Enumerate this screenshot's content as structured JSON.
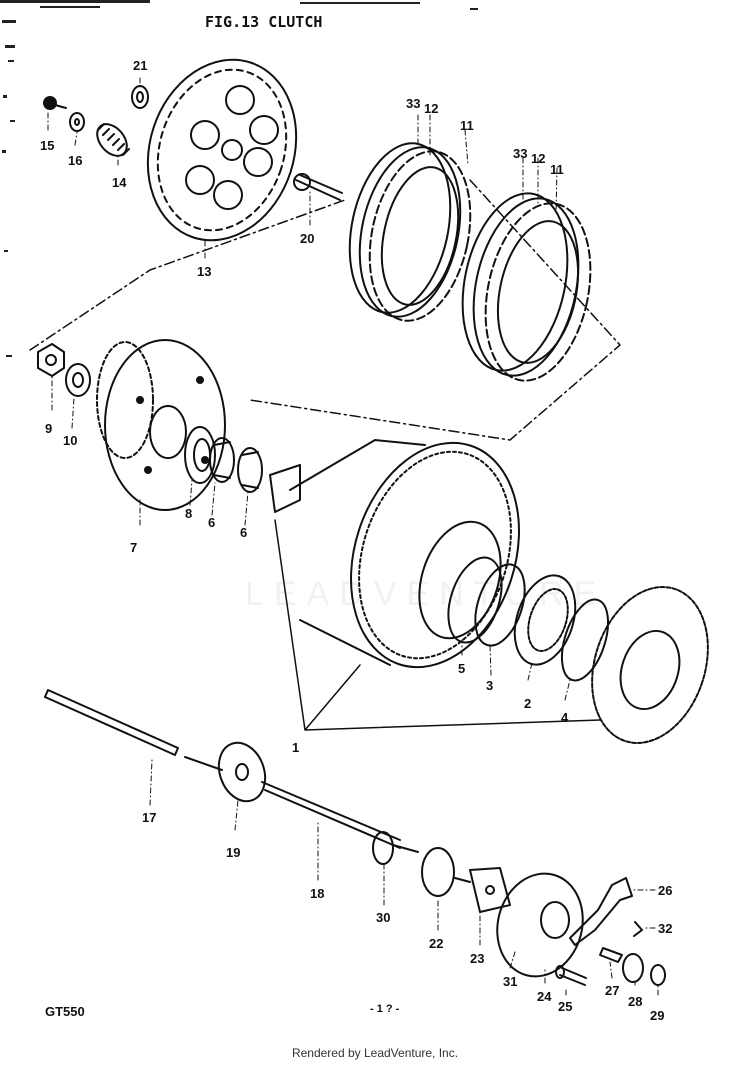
{
  "title": "FIG.13 CLUTCH",
  "model": "GT550",
  "page_number": "- 1 ? -",
  "footer": "Rendered by LeadVenture, Inc.",
  "watermark": "LEADVENTURE",
  "callouts": [
    {
      "id": "l1",
      "text": "1"
    },
    {
      "id": "l2",
      "text": "2"
    },
    {
      "id": "l3",
      "text": "3"
    },
    {
      "id": "l4",
      "text": "4"
    },
    {
      "id": "l5",
      "text": "5"
    },
    {
      "id": "l6a",
      "text": "6"
    },
    {
      "id": "l6b",
      "text": "6"
    },
    {
      "id": "l7",
      "text": "7"
    },
    {
      "id": "l8",
      "text": "8"
    },
    {
      "id": "l9",
      "text": "9"
    },
    {
      "id": "l10",
      "text": "10"
    },
    {
      "id": "l11a",
      "text": "11"
    },
    {
      "id": "l11b",
      "text": "11"
    },
    {
      "id": "l12a",
      "text": "12"
    },
    {
      "id": "l12b",
      "text": "12"
    },
    {
      "id": "l13",
      "text": "13"
    },
    {
      "id": "l14",
      "text": "14"
    },
    {
      "id": "l15",
      "text": "15"
    },
    {
      "id": "l16",
      "text": "16"
    },
    {
      "id": "l17",
      "text": "17"
    },
    {
      "id": "l18",
      "text": "18"
    },
    {
      "id": "l19",
      "text": "19"
    },
    {
      "id": "l20",
      "text": "20"
    },
    {
      "id": "l21",
      "text": "21"
    },
    {
      "id": "l22",
      "text": "22"
    },
    {
      "id": "l23",
      "text": "23"
    },
    {
      "id": "l24",
      "text": "24"
    },
    {
      "id": "l25",
      "text": "25"
    },
    {
      "id": "l26",
      "text": "26"
    },
    {
      "id": "l27",
      "text": "27"
    },
    {
      "id": "l28",
      "text": "28"
    },
    {
      "id": "l29",
      "text": "29"
    },
    {
      "id": "l30",
      "text": "30"
    },
    {
      "id": "l31",
      "text": "31"
    },
    {
      "id": "l32",
      "text": "32"
    },
    {
      "id": "l33a",
      "text": "33"
    },
    {
      "id": "l33b",
      "text": "33"
    }
  ]
}
